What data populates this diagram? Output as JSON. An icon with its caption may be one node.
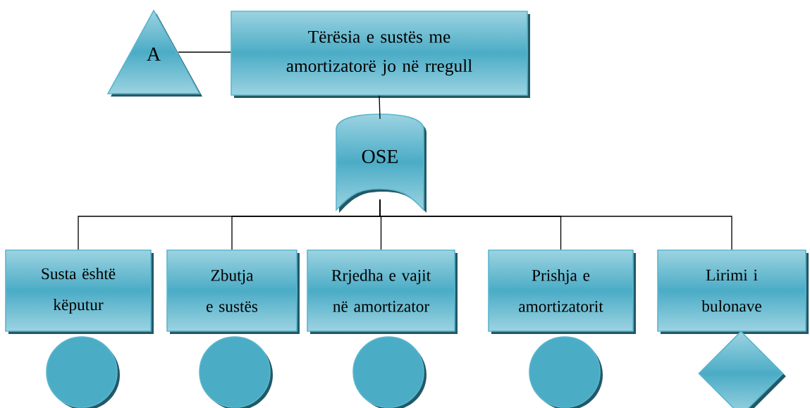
{
  "diagram": {
    "nodes": [
      {
        "text": [
          "A"
        ]
      },
      {
        "text": [
          "Tërësia e sustës me amortizatorë jo në rregull"
        ]
      },
      {
        "text": [
          "OSE"
        ]
      },
      {
        "text": [
          "Susta është këputur"
        ]
      },
      {
        "text": [
          "Zbutja e sustës"
        ]
      },
      {
        "text": [
          "Rrjedha e vajit në amortizator"
        ]
      },
      {
        "text": [
          "Prishja e amortizatorit"
        ]
      },
      {
        "text": [
          "Lirimi i bulonave"
        ]
      },
      {
        "text": [],
        "shape": "circle"
      },
      {
        "text": [],
        "shape": "circle"
      },
      {
        "text": [],
        "shape": "circle"
      },
      {
        "text": [],
        "shape": "circle"
      },
      {
        "text": [],
        "shape": "diamond"
      }
    ],
    "edges": [
      {
        "from": 0,
        "to": 1,
        "arrow": "none"
      },
      {
        "from": 1,
        "to": 2,
        "arrow": "none"
      },
      {
        "from": 2,
        "to": 3,
        "arrow": "none"
      },
      {
        "from": 2,
        "to": 4,
        "arrow": "none"
      },
      {
        "from": 2,
        "to": 5,
        "arrow": "none"
      },
      {
        "from": 2,
        "to": 6,
        "arrow": "none"
      },
      {
        "from": 2,
        "to": 7,
        "arrow": "none"
      }
    ]
  }
}
